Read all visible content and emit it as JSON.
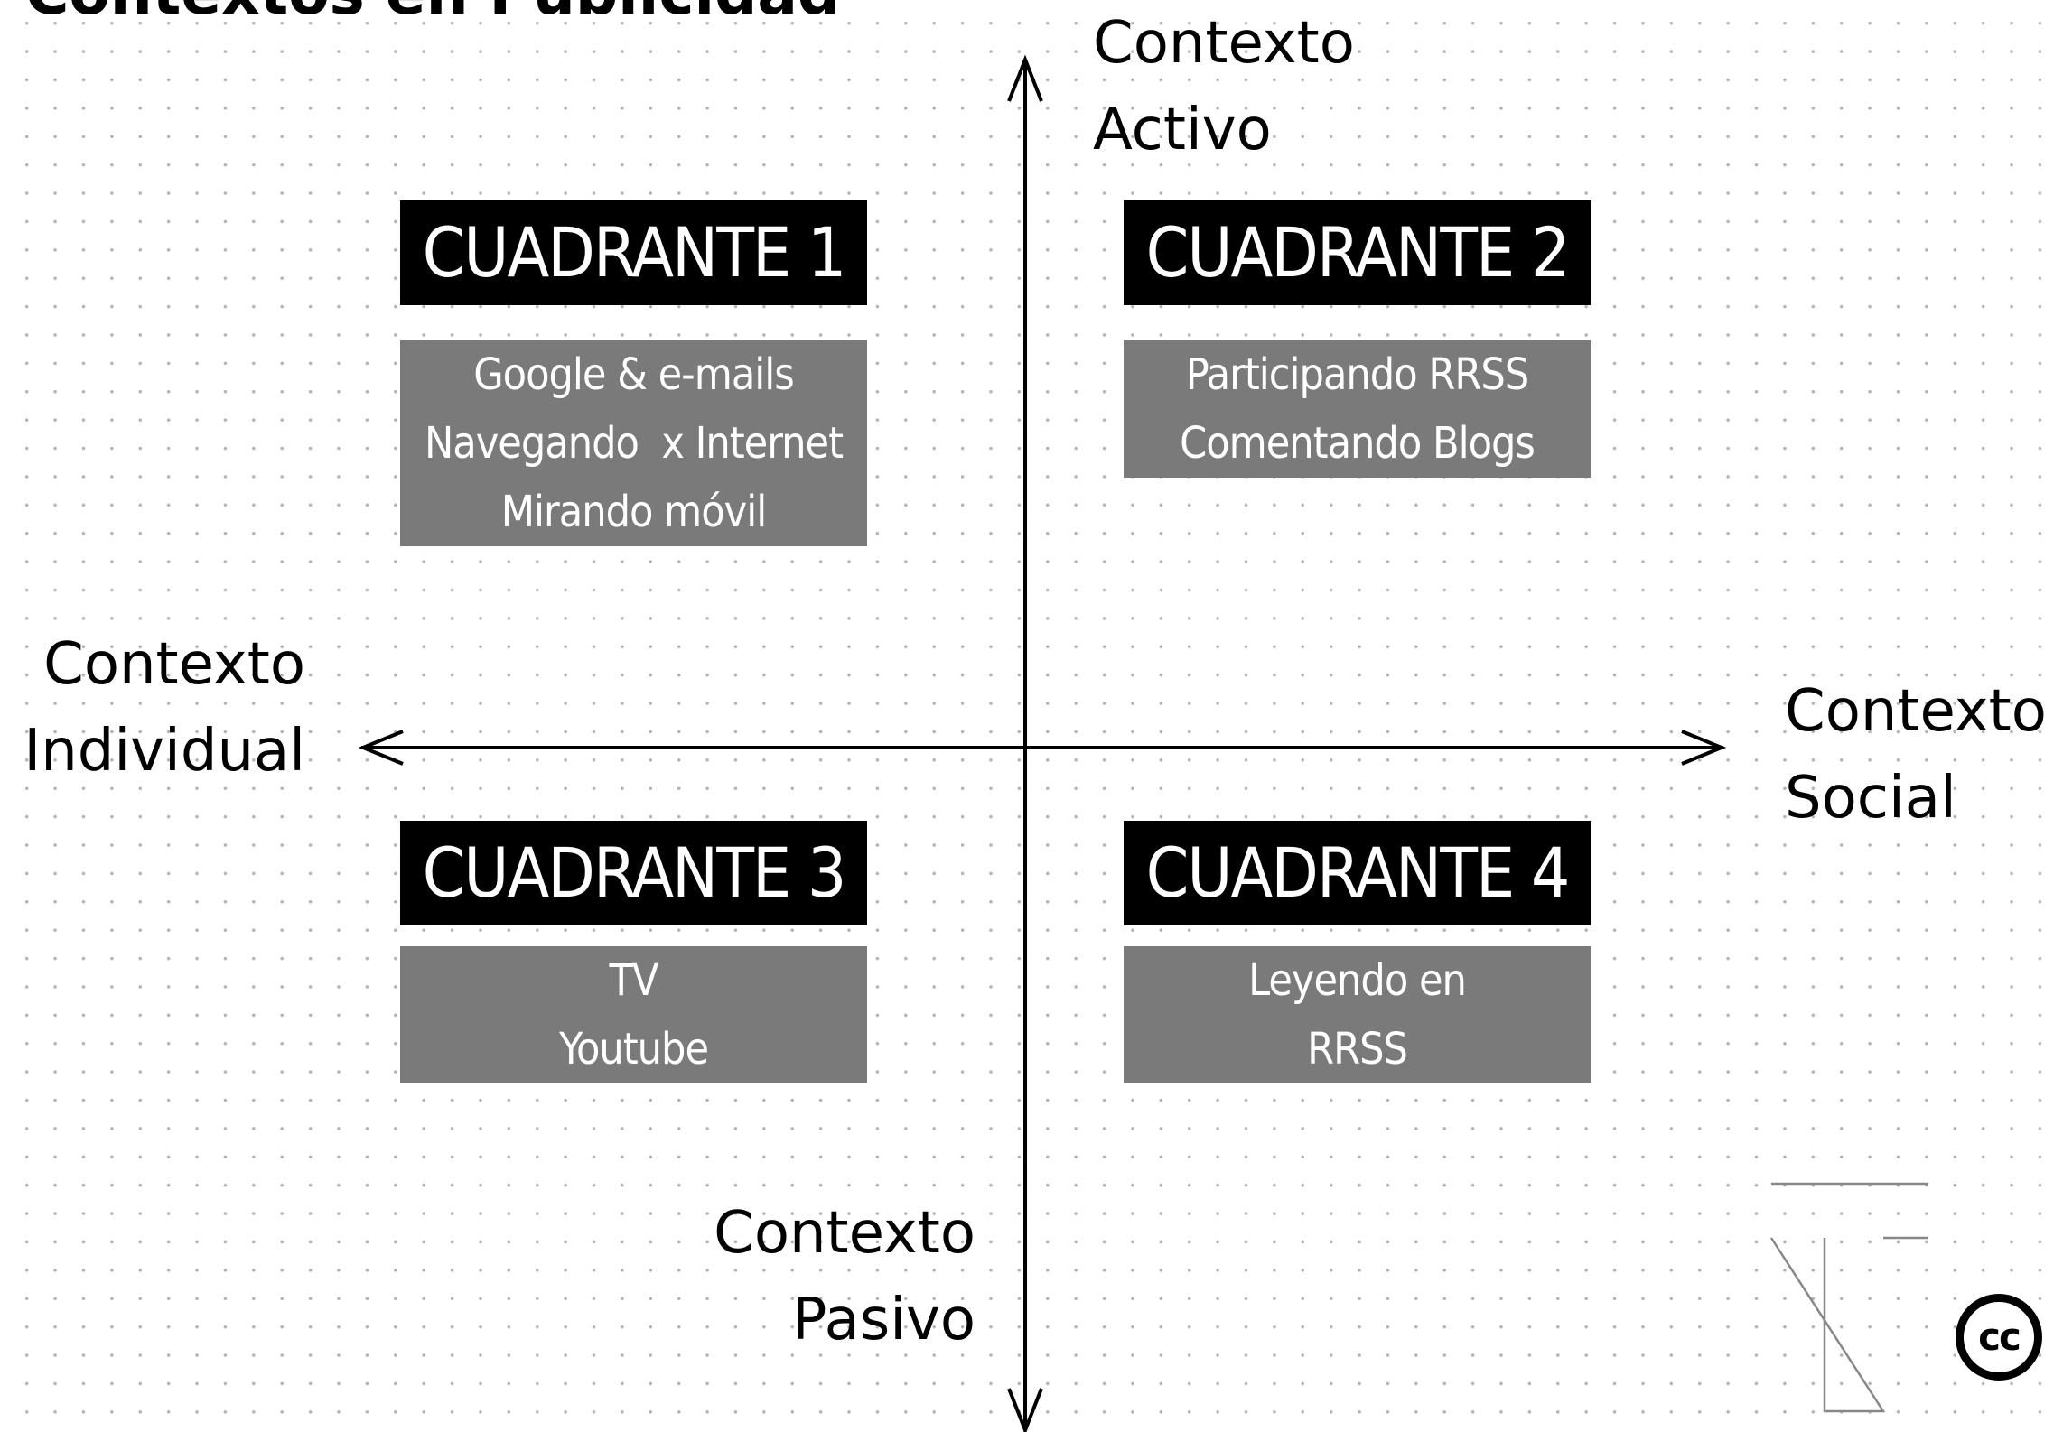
{
  "title": "Contextos en Publicidad",
  "axes": {
    "top": [
      "Contexto",
      "Activo"
    ],
    "left": [
      "Contexto",
      "Individual"
    ],
    "right": [
      "Contexto",
      "Social"
    ],
    "bottom": [
      "Contexto",
      "Pasivo"
    ]
  },
  "quadrants": [
    {
      "header": "CUADRANTE 1",
      "items": [
        "Google & e-mails",
        "Navegando  x Internet",
        "Mirando móvil"
      ]
    },
    {
      "header": "CUADRANTE 2",
      "items": [
        "Participando RRSS",
        "Comentando Blogs"
      ]
    },
    {
      "header": "CUADRANTE 3",
      "items": [
        "TV",
        "Youtube"
      ]
    },
    {
      "header": "CUADRANTE 4",
      "items": [
        "Leyendo en",
        "RRSS"
      ]
    }
  ],
  "license": {
    "badge": "cc",
    "icon": "creative-commons-icon"
  },
  "colors": {
    "header_bg": "#000000",
    "body_bg": "#7a7a7a",
    "text_light": "#ffffff",
    "axis": "#000000"
  }
}
